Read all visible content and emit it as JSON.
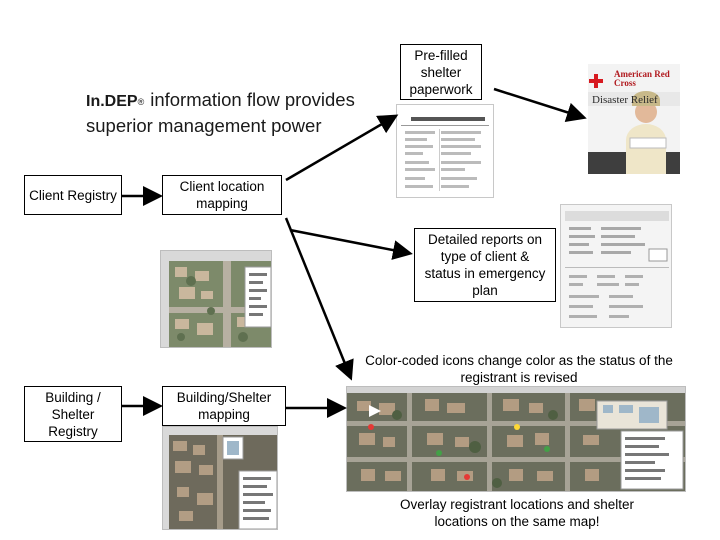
{
  "headline": {
    "brand": "In.DEP",
    "reg_mark": "®",
    "rest": "information flow provides superior management power"
  },
  "boxes": {
    "client_registry": "Client Registry",
    "client_location_mapping": "Client location mapping",
    "prefilled_paperwork": "Pre-filled shelter paperwork",
    "detailed_reports": "Detailed reports on type of client & status in emergency plan",
    "building_shelter_registry": "Building / Shelter Registry",
    "building_shelter_mapping": "Building/Shelter mapping"
  },
  "captions": {
    "color_coded": "Color-coded icons change color as the status of the registrant is revised",
    "overlay": "Overlay registrant locations and shelter locations on the same map!"
  },
  "photo": {
    "org_name": "American Red Cross",
    "vehicle_text": "Disaster Relief"
  },
  "colors": {
    "box_border": "#000000",
    "arrow": "#000000",
    "red_cross": "#d71920"
  }
}
